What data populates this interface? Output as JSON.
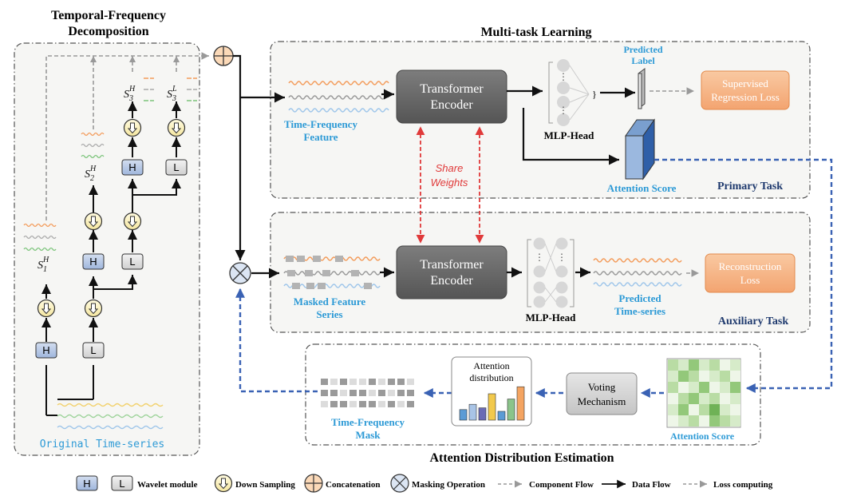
{
  "titles": {
    "decomp": [
      "Temporal-Frequency",
      "Decomposition"
    ],
    "multitask": "Multi-task Learning",
    "attn_dist": "Attention Distribution Estimation"
  },
  "decomp": {
    "original": "Original Time-series",
    "H": "H",
    "L": "L",
    "s1": "S",
    "s1_sub": "1",
    "s1_sup": "H",
    "s2": "S",
    "s2_sub": "2",
    "s2_sup": "H",
    "s3h": "S",
    "s3h_sub": "3",
    "s3h_sup": "H",
    "s3l": "S",
    "s3l_sub": "3",
    "s3l_sup": "L"
  },
  "primary": {
    "feature": [
      "Time-Frequency",
      "Feature"
    ],
    "encoder": [
      "Transformer",
      "Encoder"
    ],
    "mlp": "MLP-Head",
    "predicted": [
      "Predicted",
      "Label"
    ],
    "loss": [
      "Supervised",
      "Regression Loss"
    ],
    "attn": "Attention Score",
    "task": "Primary Task"
  },
  "share": [
    "Share",
    "Weights"
  ],
  "auxiliary": {
    "feature": [
      "Masked Feature",
      "Series"
    ],
    "encoder": [
      "Transformer",
      "Encoder"
    ],
    "mlp": "MLP-Head",
    "predicted": [
      "Predicted",
      "Time-series"
    ],
    "loss": [
      "Reconstruction",
      "Loss"
    ],
    "task": "Auxiliary Task"
  },
  "estimation": {
    "mask": [
      "Time-Frequency",
      "Mask"
    ],
    "distribution": [
      "Attention",
      "distribution"
    ],
    "voting": [
      "Voting",
      "Mechanism"
    ],
    "attn": "Attention Score",
    "bar_values": [
      0.3,
      0.45,
      0.35,
      0.75,
      0.25,
      0.6,
      0.95
    ],
    "bar_colors": [
      "#5b9bd5",
      "#a9c4e6",
      "#6a6ab5",
      "#f2c94c",
      "#5b9bd5",
      "#8bc48a",
      "#f4a461"
    ]
  },
  "legend": {
    "wavelet": "Wavelet module",
    "down": "Down Sampling",
    "concat": "Concatenation",
    "mask": "Masking Operation",
    "component": "Component Flow",
    "data": "Data Flow",
    "loss": "Loss computing"
  },
  "colors": {
    "h_box": "#b9cae6",
    "l_box": "#e3e3e3",
    "encoder": "#6f6f6f",
    "loss_box": "#f6b98a",
    "cyan_text": "#2d9ad6",
    "blue_dashed": "#3a62b4",
    "red_dashed": "#e03a3a",
    "task_text": "#1f3a6e"
  }
}
